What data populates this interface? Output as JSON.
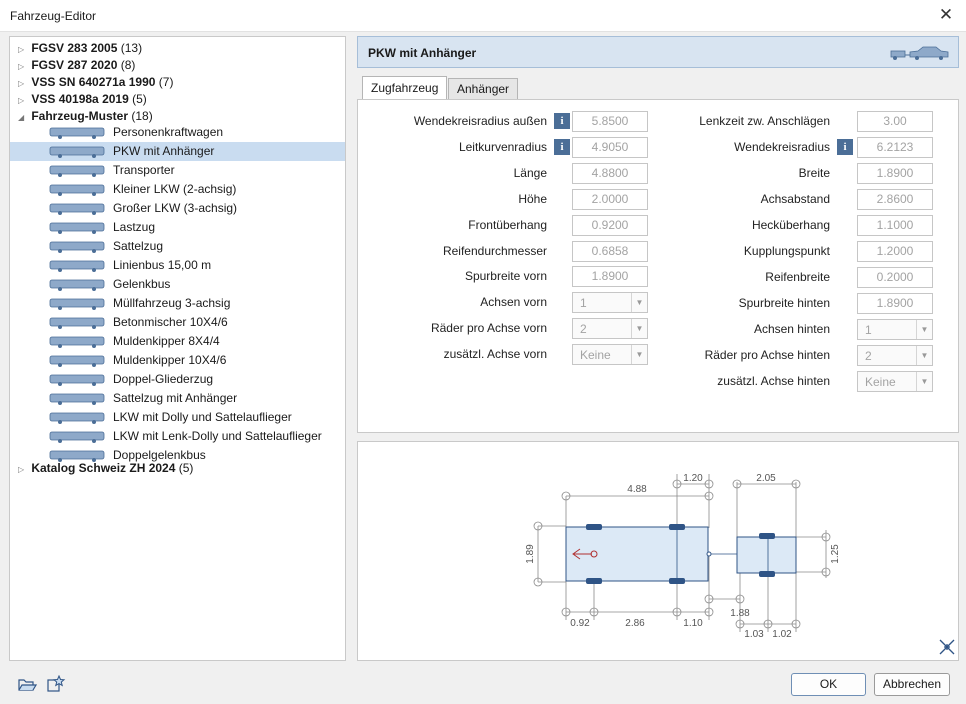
{
  "window": {
    "title": "Fahrzeug-Editor",
    "close_glyph": "✕"
  },
  "tree": {
    "groups": [
      {
        "name": "FGSV 283 2005",
        "count": "(13)",
        "expanded": false
      },
      {
        "name": "FGSV 287 2020",
        "count": "(8)",
        "expanded": false
      },
      {
        "name": "VSS SN 640271a 1990",
        "count": "(7)",
        "expanded": false
      },
      {
        "name": "VSS 40198a 2019",
        "count": "(5)",
        "expanded": false
      },
      {
        "name": "Fahrzeug-Muster",
        "count": "(18)",
        "expanded": true
      },
      {
        "name": "Katalog Schweiz ZH 2024",
        "count": "(5)",
        "expanded": false
      }
    ],
    "items": [
      {
        "label": "Personenkraftwagen",
        "icon": "car-icon"
      },
      {
        "label": "PKW mit Anhänger",
        "icon": "car-trailer-icon",
        "selected": true
      },
      {
        "label": "Transporter",
        "icon": "van-icon"
      },
      {
        "label": "Kleiner LKW (2-achsig)",
        "icon": "truck-icon"
      },
      {
        "label": "Großer LKW (3-achsig)",
        "icon": "truck-icon"
      },
      {
        "label": "Lastzug",
        "icon": "truck-trailer-icon"
      },
      {
        "label": "Sattelzug",
        "icon": "semi-truck-icon"
      },
      {
        "label": "Linienbus 15,00 m",
        "icon": "bus-icon"
      },
      {
        "label": "Gelenkbus",
        "icon": "articulated-bus-icon"
      },
      {
        "label": "Müllfahrzeug 3-achsig",
        "icon": "garbage-truck-icon"
      },
      {
        "label": "Betonmischer 10X4/6",
        "icon": "mixer-truck-icon"
      },
      {
        "label": "Muldenkipper 8X4/4",
        "icon": "dump-truck-icon"
      },
      {
        "label": "Muldenkipper 10X4/6",
        "icon": "dump-truck-icon"
      },
      {
        "label": "Doppel-Gliederzug",
        "icon": "double-trailer-icon"
      },
      {
        "label": "Sattelzug  mit Anhänger",
        "icon": "semi-trailer-icon"
      },
      {
        "label": "LKW mit Dolly und Sattelauflieger",
        "icon": "dolly-truck-icon"
      },
      {
        "label": "LKW mit Lenk-Dolly und Sattelauflieger",
        "icon": "dolly-truck-icon"
      },
      {
        "label": "Doppelgelenkbus",
        "icon": "double-articulated-bus-icon"
      }
    ]
  },
  "panel": {
    "title": "PKW mit Anhänger",
    "tabs": [
      "Zugfahrzeug",
      "Anhänger"
    ],
    "active_tab": "Zugfahrzeug",
    "left_fields": [
      {
        "label": "Wendekreisradius außen",
        "value": "5.8500",
        "info": true
      },
      {
        "label": "Leitkurvenradius",
        "value": "4.9050",
        "info": true
      },
      {
        "label": "Länge",
        "value": "4.8800"
      },
      {
        "label": "Höhe",
        "value": "2.0000"
      },
      {
        "label": "Frontüberhang",
        "value": "0.9200"
      },
      {
        "label": "Reifendurchmesser",
        "value": "0.6858"
      },
      {
        "label": "Spurbreite vorn",
        "value": "1.8900"
      },
      {
        "label": "Achsen vorn",
        "value": "1",
        "combo": true
      },
      {
        "label": "Räder pro Achse vorn",
        "value": "2",
        "combo": true
      },
      {
        "label": "zusätzl. Achse vorn",
        "value": "Keine",
        "combo": true
      }
    ],
    "right_fields": [
      {
        "label": "Lenkzeit zw. Anschlägen",
        "value": "3.00"
      },
      {
        "label": "Wendekreisradius",
        "value": "6.2123",
        "info": true
      },
      {
        "label": "Breite",
        "value": "1.8900"
      },
      {
        "label": "Achsabstand",
        "value": "2.8600"
      },
      {
        "label": "Hecküberhang",
        "value": "1.1000"
      },
      {
        "label": "Kupplungspunkt",
        "value": "1.2000"
      },
      {
        "label": "Reifenbreite",
        "value": "0.2000"
      },
      {
        "label": "Spurbreite hinten",
        "value": "1.8900"
      },
      {
        "label": "Achsen hinten",
        "value": "1",
        "combo": true
      },
      {
        "label": "Räder pro Achse hinten",
        "value": "2",
        "combo": true
      },
      {
        "label": "zusätzl. Achse hinten",
        "value": "Keine",
        "combo": true
      }
    ],
    "info_glyph": "i"
  },
  "drawing": {
    "dim_length": "4.88",
    "dim_coupling": "1.20",
    "dim_trailer_length": "2.05",
    "dim_width": "1.89",
    "dim_trailer_width": "1.25",
    "dim_front_overhang": "0.92",
    "dim_wheelbase": "2.86",
    "dim_rear_overhang": "1.10",
    "dim_trailer_1": "1.88",
    "dim_trailer_2": "1.03",
    "dim_trailer_3": "1.02"
  },
  "buttons": {
    "ok": "OK",
    "cancel": "Abbrechen"
  },
  "colors": {
    "accent": "#4b6e97",
    "selection": "#c9dcf0",
    "vehicle_fill": "#dce9f6",
    "vehicle_stroke": "#2f5486"
  }
}
